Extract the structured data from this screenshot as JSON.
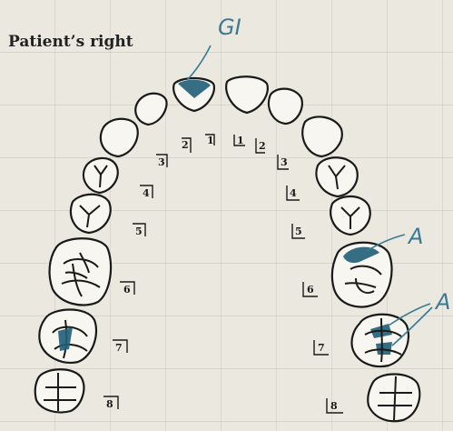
{
  "header": {
    "orientation_label": "Patient’s right"
  },
  "annotations": {
    "gi_label": "GI",
    "a_label_upper": "A",
    "a_label_lower": "A"
  },
  "tooth_numbers": {
    "right": [
      "1",
      "2",
      "3",
      "4",
      "5",
      "6",
      "7",
      "8"
    ],
    "left": [
      "1",
      "2",
      "3",
      "4",
      "5",
      "6",
      "7",
      "8"
    ]
  },
  "colors": {
    "ink": "#1a1a1a",
    "annotation": "#3a7a92",
    "paper": "#ebe8df"
  }
}
